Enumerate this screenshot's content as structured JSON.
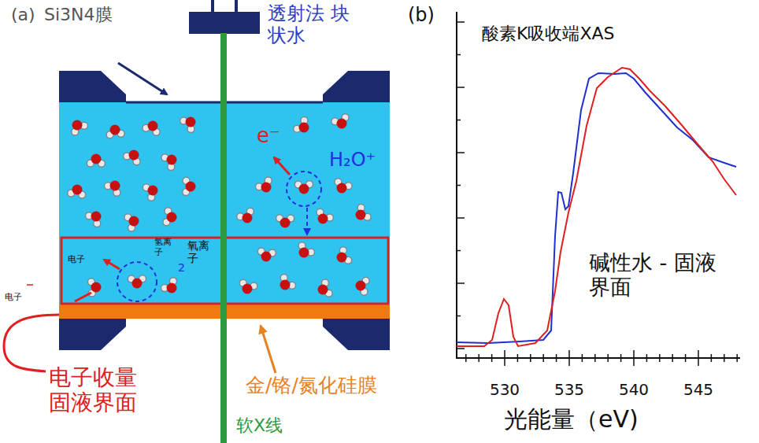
{
  "diagram": {
    "labels": [
      "(a)",
      "Si3N4膜",
      "透射法 块状水",
      "(b)",
      "酸素K吸收端XAS",
      "e⁻",
      "H₂O⁺",
      "电子",
      "氢离子",
      "氧离子",
      "2",
      "电子",
      "碱性水 - 固液界面",
      "电子收量 固液界面",
      "金/铬/氮化硅膜",
      "软X线",
      "530",
      "535",
      "540",
      "545",
      "光能量（eV)"
    ]
  }
}
